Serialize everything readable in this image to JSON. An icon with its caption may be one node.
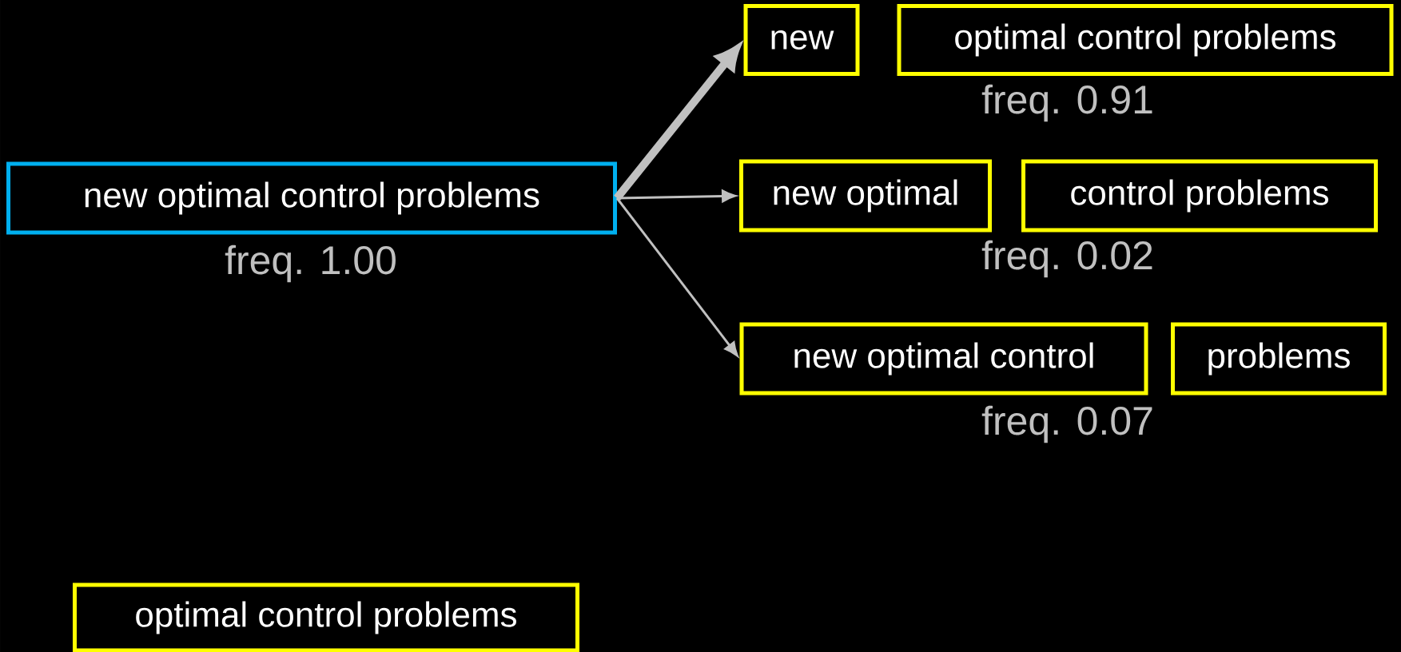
{
  "diagram": {
    "nodes": [
      {
        "text": [
          "new optimal control problems"
        ],
        "beside": [
          "freq. 1.00"
        ]
      },
      {
        "text": [
          "new"
        ]
      },
      {
        "text": [
          "optimal control problems"
        ]
      },
      {
        "text": [
          "new optimal"
        ]
      },
      {
        "text": [
          "control problems"
        ]
      },
      {
        "text": [
          "new optimal control"
        ]
      },
      {
        "text": [
          "problems"
        ]
      },
      {
        "text": [
          "optimal control problems"
        ]
      }
    ],
    "edges": [
      {
        "from": 0,
        "to": 1,
        "arrow": "to",
        "style": "thick"
      },
      {
        "from": 0,
        "to": 3,
        "arrow": "to"
      },
      {
        "from": 0,
        "to": 5,
        "arrow": "to"
      }
    ],
    "labels": [
      "freq. 0.91",
      "freq. 0.02",
      "freq. 0.07"
    ]
  }
}
